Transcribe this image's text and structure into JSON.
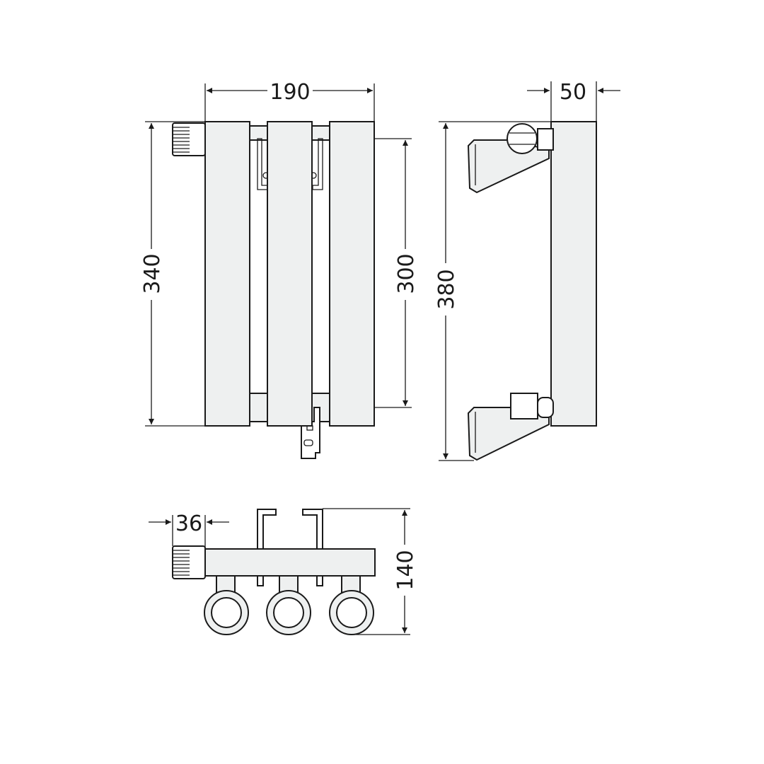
{
  "dimensions": {
    "front_width": "190",
    "front_height": "340",
    "axis_distance": "300",
    "side_depth": "50",
    "side_height": "380",
    "valve_offset": "36",
    "plan_depth": "140"
  },
  "colors": {
    "line": "#1a1a1a",
    "body_fill": "#eef0f0",
    "background": "#ffffff"
  }
}
